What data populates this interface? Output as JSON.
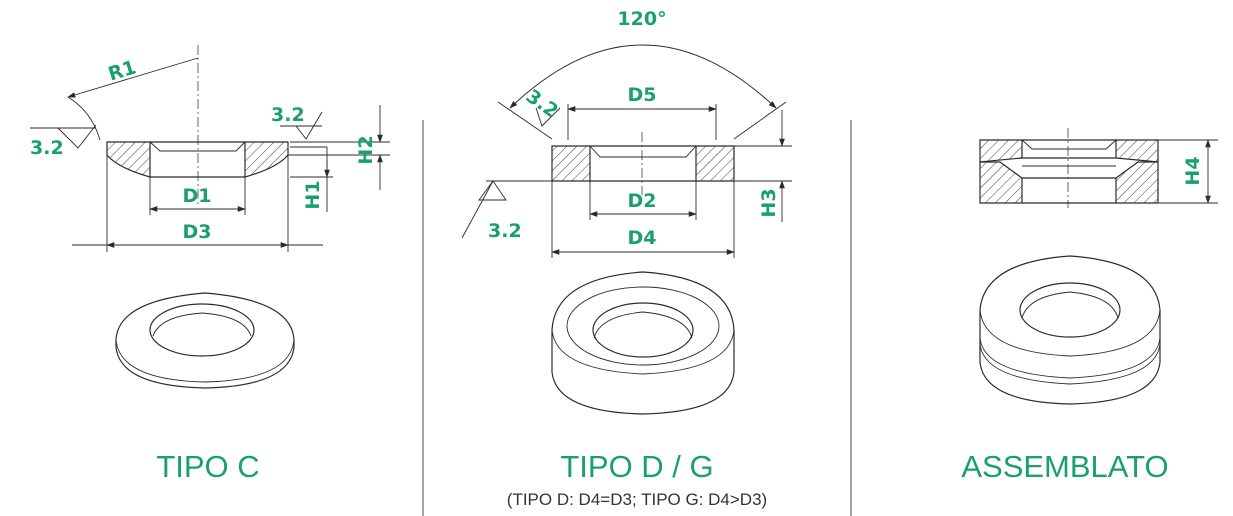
{
  "diagram": {
    "panels": [
      {
        "title": "TIPO C",
        "subtitle": ""
      },
      {
        "title": "TIPO D / G",
        "subtitle": "(TIPO D: D4=D3; TIPO G: D4>D3)"
      },
      {
        "title": "ASSEMBLATO",
        "subtitle": ""
      }
    ],
    "labels": {
      "r1": "R1",
      "rough_c_left": "3.2",
      "rough_c_right": "3.2",
      "h2": "H2",
      "h1": "H1",
      "d1": "D1",
      "d3": "D3",
      "angle": "120°",
      "rough_dg_top": "3.2",
      "d5": "D5",
      "d2": "D2",
      "d4": "D4",
      "h3": "H3",
      "rough_dg_left": "3.2",
      "h4": "H4"
    },
    "colors": {
      "accent": "#1aa06d",
      "line": "#2b2b2b"
    }
  }
}
